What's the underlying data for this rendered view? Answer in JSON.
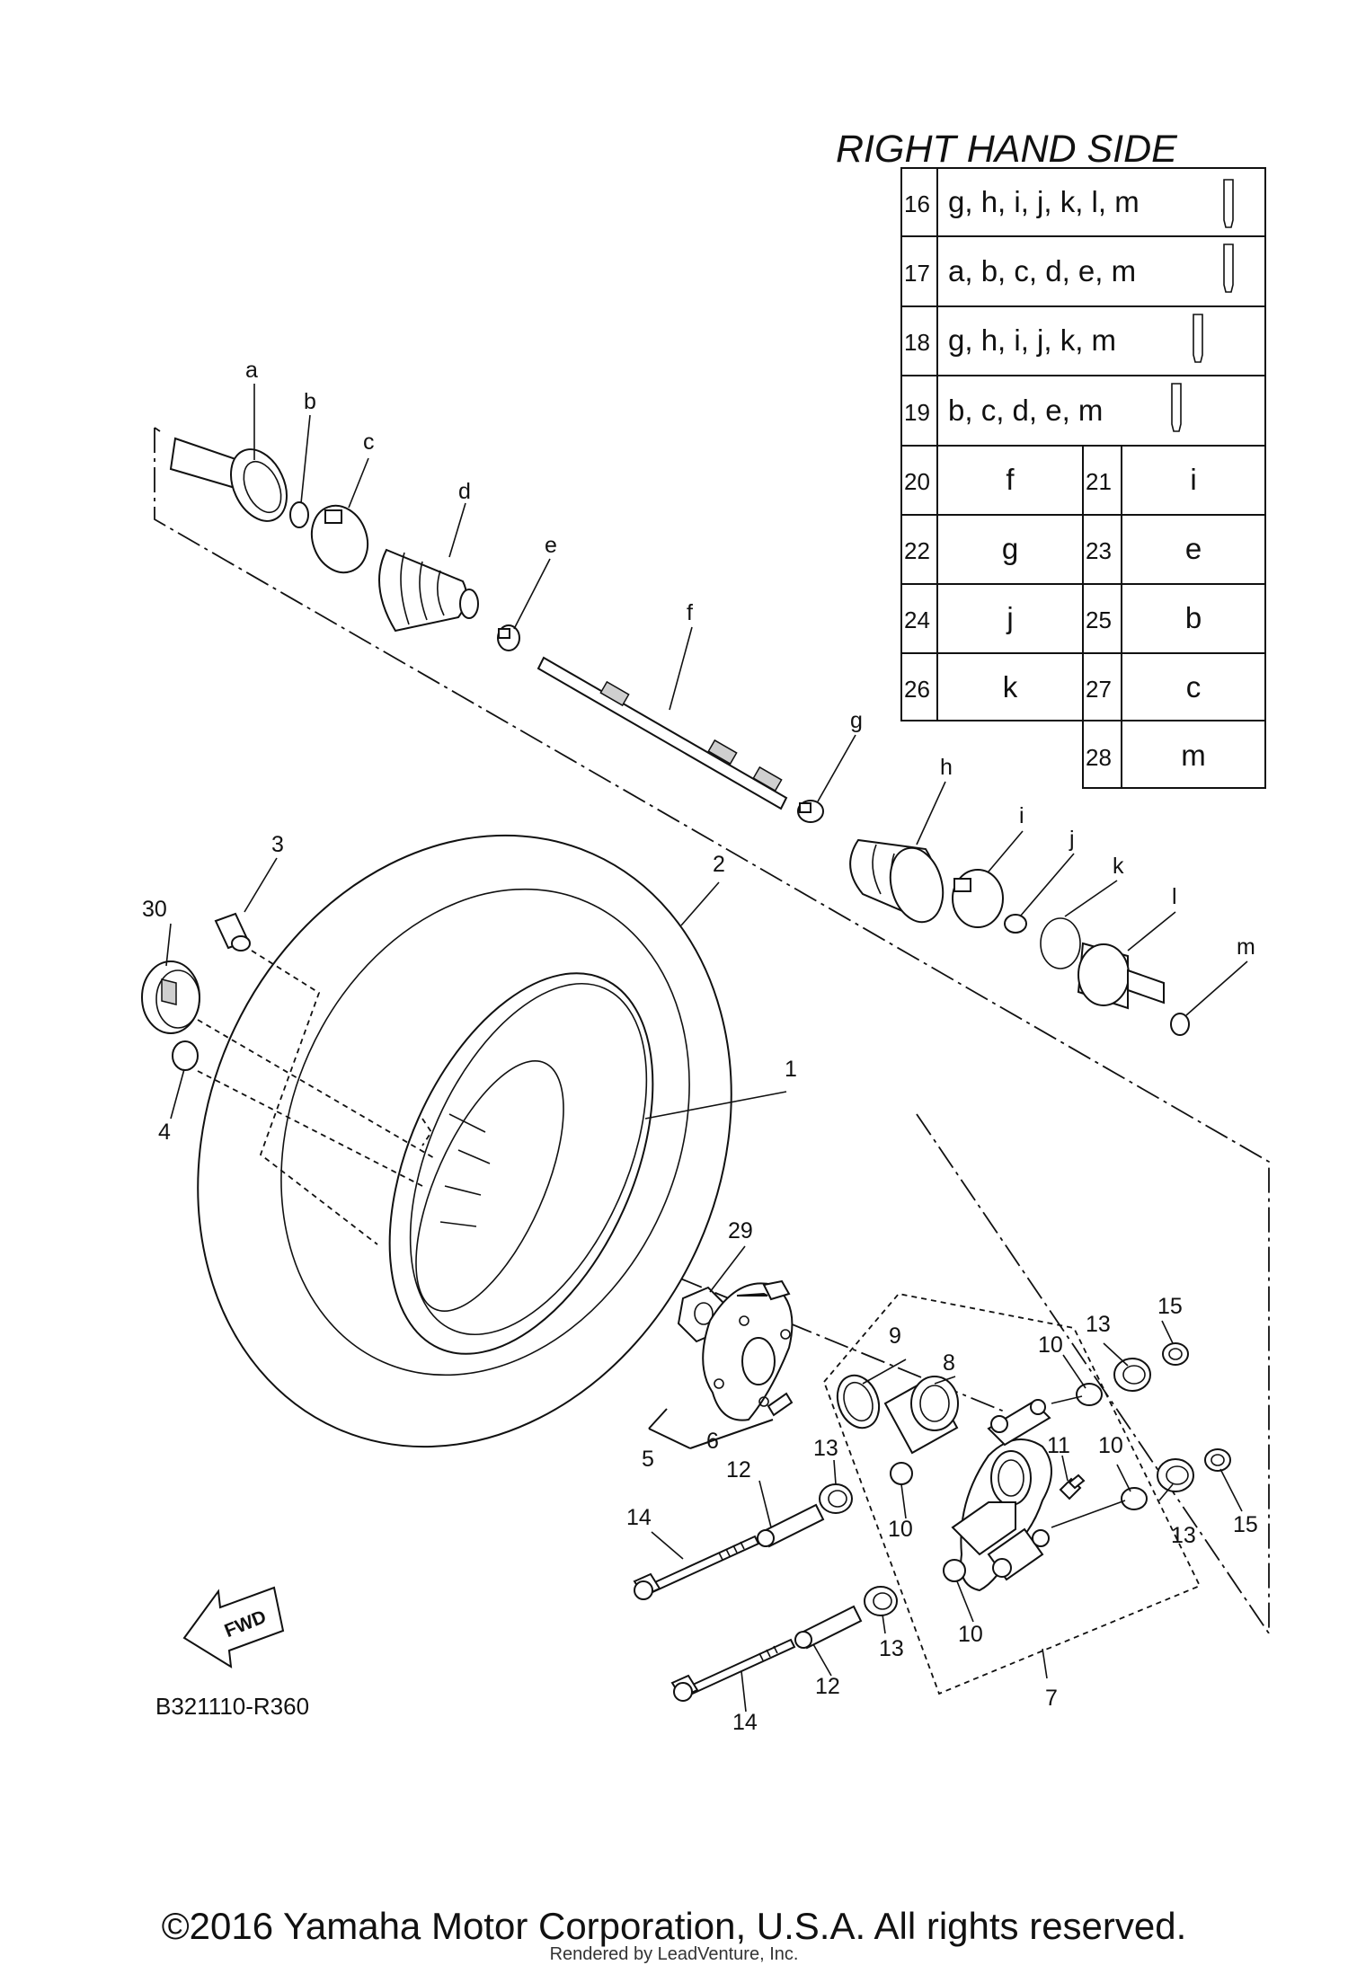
{
  "title": "RIGHT HAND SIDE",
  "kit_table": {
    "rows": [
      {
        "num": "16",
        "parts": "g, h, i, j, k, l, m"
      },
      {
        "num": "17",
        "parts": "a, b, c, d, e, m"
      },
      {
        "num": "18",
        "parts": "g, h, i, j, k, m"
      },
      {
        "num": "19",
        "parts": "b, c, d, e, m"
      }
    ],
    "pairs": [
      {
        "num": "20",
        "letter": "f",
        "num2": "21",
        "letter2": "i"
      },
      {
        "num": "22",
        "letter": "g",
        "num2": "23",
        "letter2": "e"
      },
      {
        "num": "24",
        "letter": "j",
        "num2": "25",
        "letter2": "b"
      },
      {
        "num": "26",
        "letter": "k",
        "num2": "27",
        "letter2": "c"
      },
      {
        "num": "",
        "letter": "",
        "num2": "28",
        "letter2": "m"
      }
    ]
  },
  "labels": {
    "a": "a",
    "b": "b",
    "c": "c",
    "d": "d",
    "e": "e",
    "f": "f",
    "g": "g",
    "h": "h",
    "i": "i",
    "j": "j",
    "k": "k",
    "l": "l",
    "m": "m",
    "p1": "1",
    "p2": "2",
    "p3": "3",
    "p4": "4",
    "p5": "5",
    "p6": "6",
    "p7": "7",
    "p8": "8",
    "p9": "9",
    "p10a": "10",
    "p10b": "10",
    "p10c": "10",
    "p10d": "10",
    "p11": "11",
    "p12a": "12",
    "p12b": "12",
    "p13a": "13",
    "p13b": "13",
    "p13c": "13",
    "p13d": "13",
    "p14a": "14",
    "p14b": "14",
    "p15a": "15",
    "p15b": "15",
    "p29": "29",
    "p30": "30"
  },
  "fwd": "FWD",
  "diagram_code": "B321110-R360",
  "copyright": "©2016 Yamaha Motor Corporation, U.S.A. All rights reserved.",
  "rendered_by": "Rendered by LeadVenture, Inc."
}
